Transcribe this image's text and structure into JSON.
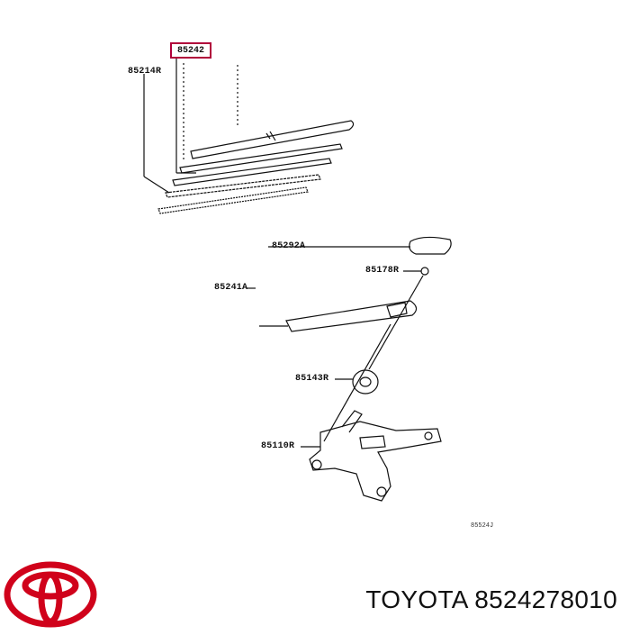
{
  "diagram": {
    "callouts": [
      {
        "id": "highlight",
        "text": "85242"
      },
      {
        "id": "85214R",
        "text": "85214R"
      },
      {
        "id": "85292A",
        "text": "85292A"
      },
      {
        "id": "85178R",
        "text": "85178R"
      },
      {
        "id": "85241A",
        "text": "85241A"
      },
      {
        "id": "85143R",
        "text": "85143R"
      },
      {
        "id": "85110R",
        "text": "85110R"
      }
    ],
    "reference_code": "85524J"
  },
  "footer": {
    "brand_logo": "toyota-logo",
    "caption": "TOYOTA 8524278010"
  },
  "colors": {
    "highlight_border": "#b0003a",
    "logo_red": "#d0021b",
    "line": "#111111"
  }
}
